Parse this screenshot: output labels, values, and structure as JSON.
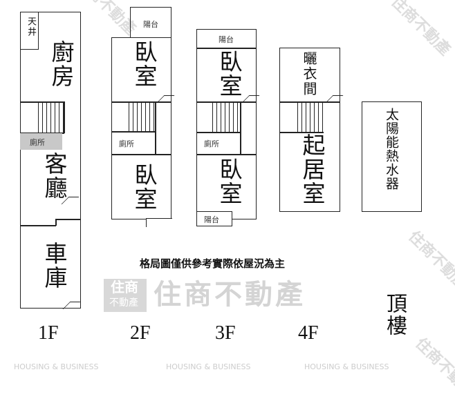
{
  "floors": {
    "f1": {
      "label": "1F",
      "rooms": {
        "atrium": "天井",
        "kitchen": "廚房",
        "toilet": "廁所",
        "living": "客廳",
        "garage": "車庫"
      }
    },
    "f2": {
      "label": "2F",
      "rooms": {
        "balcony": "陽台",
        "bedroom_front": "臥室",
        "toilet": "廁所",
        "bedroom_back": "臥室"
      }
    },
    "f3": {
      "label": "3F",
      "rooms": {
        "balcony_top": "陽台",
        "bedroom_front": "臥室",
        "toilet": "廁所",
        "bedroom_back": "臥室",
        "balcony_bottom": "陽台"
      }
    },
    "f4": {
      "label": "4F",
      "rooms": {
        "laundry": "曬衣間",
        "family_room": "起居室"
      }
    },
    "roof": {
      "label": "頂樓",
      "rooms": {
        "solar_heater": "太陽能熱水器"
      }
    }
  },
  "note": "格局圖僅供參考實際依屋況為主",
  "watermark": {
    "brand": "住商不動產",
    "logo_top": "住商",
    "logo_bottom": "不動產",
    "english": "HOUSING & BUSINESS"
  }
}
